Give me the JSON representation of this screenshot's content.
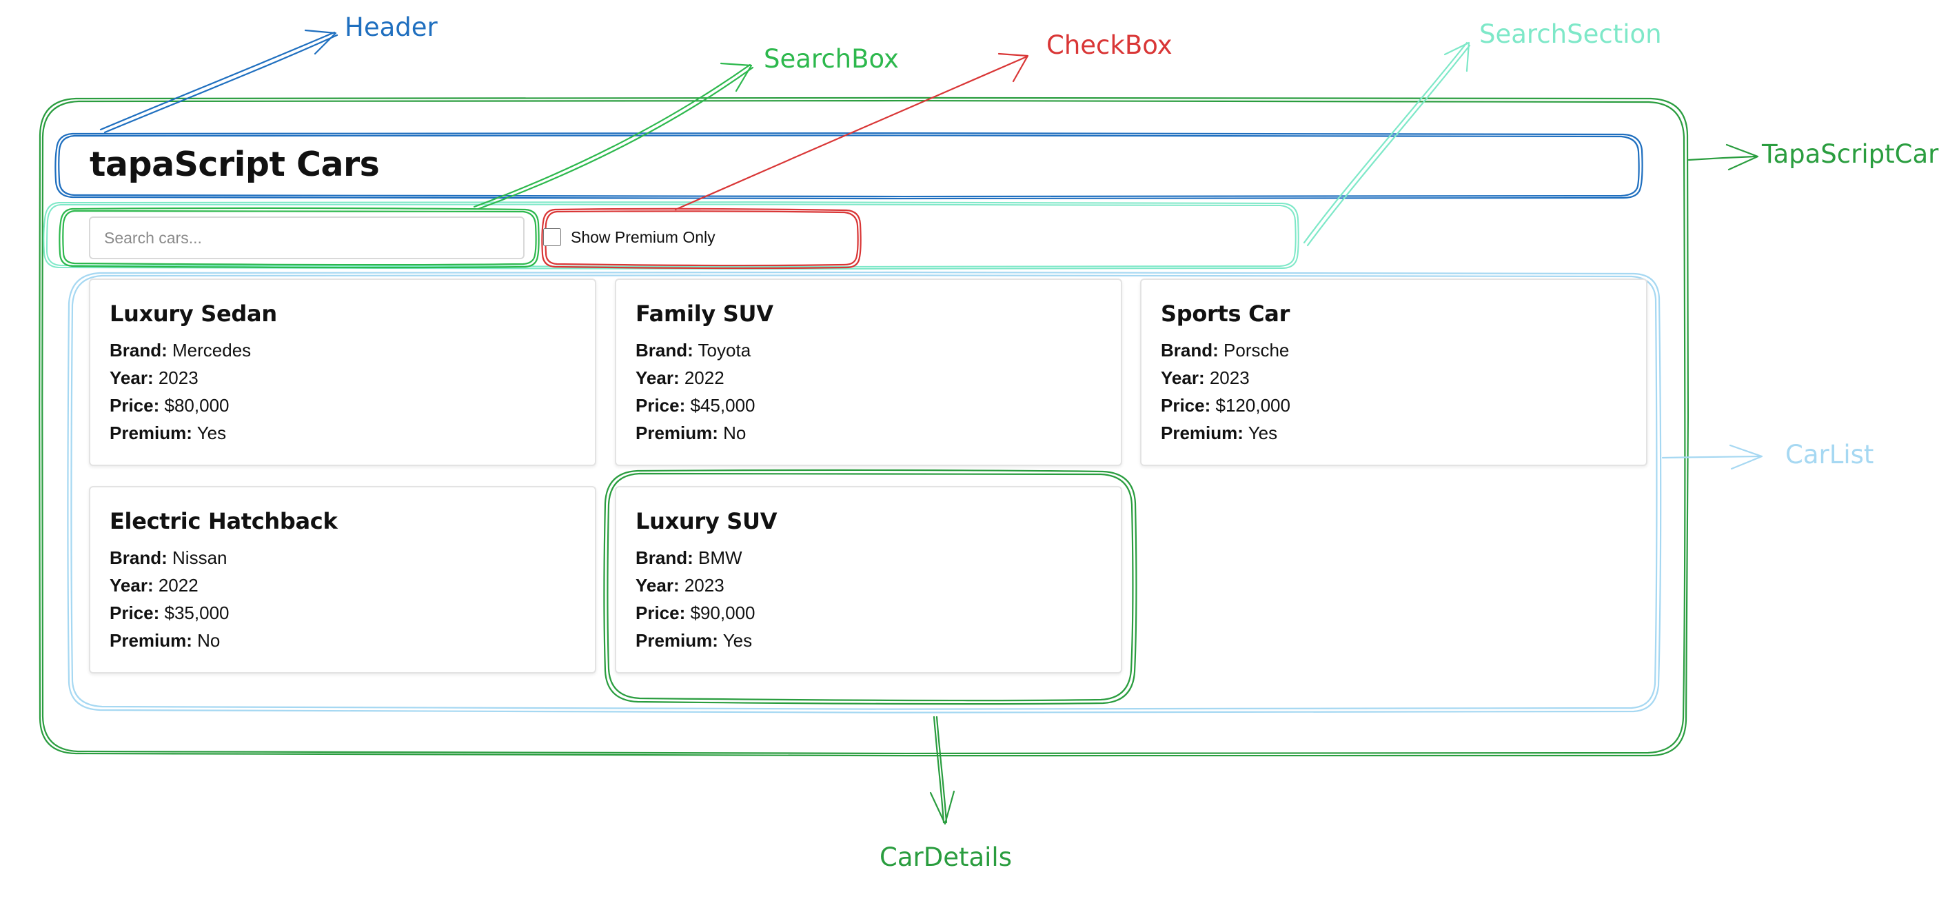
{
  "app": {
    "title": "tapaScript Cars",
    "search": {
      "placeholder": "Search cars...",
      "value": ""
    },
    "premium_filter": {
      "label": "Show Premium Only",
      "checked": false
    }
  },
  "field_labels": {
    "brand": "Brand:",
    "year": "Year:",
    "price": "Price:",
    "premium": "Premium:"
  },
  "cars": [
    {
      "name": "Luxury Sedan",
      "brand": "Mercedes",
      "year": "2023",
      "price": "$80,000",
      "premium": "Yes"
    },
    {
      "name": "Family SUV",
      "brand": "Toyota",
      "year": "2022",
      "price": "$45,000",
      "premium": "No"
    },
    {
      "name": "Sports Car",
      "brand": "Porsche",
      "year": "2023",
      "price": "$120,000",
      "premium": "Yes"
    },
    {
      "name": "Electric Hatchback",
      "brand": "Nissan",
      "year": "2022",
      "price": "$35,000",
      "premium": "No"
    },
    {
      "name": "Luxury SUV",
      "brand": "BMW",
      "year": "2023",
      "price": "$90,000",
      "premium": "Yes"
    }
  ],
  "annotations": [
    {
      "label": "Header",
      "color": "#1f6fbf"
    },
    {
      "label": "SearchBox",
      "color": "#2db84d"
    },
    {
      "label": "CheckBox",
      "color": "#d93636"
    },
    {
      "label": "SearchSection",
      "color": "#7ee8c8"
    },
    {
      "label": "TapaScriptCar",
      "color": "#2a9d3f"
    },
    {
      "label": "CarList",
      "color": "#a6d8f2"
    },
    {
      "label": "CarDetails",
      "color": "#2a9d3f"
    }
  ]
}
